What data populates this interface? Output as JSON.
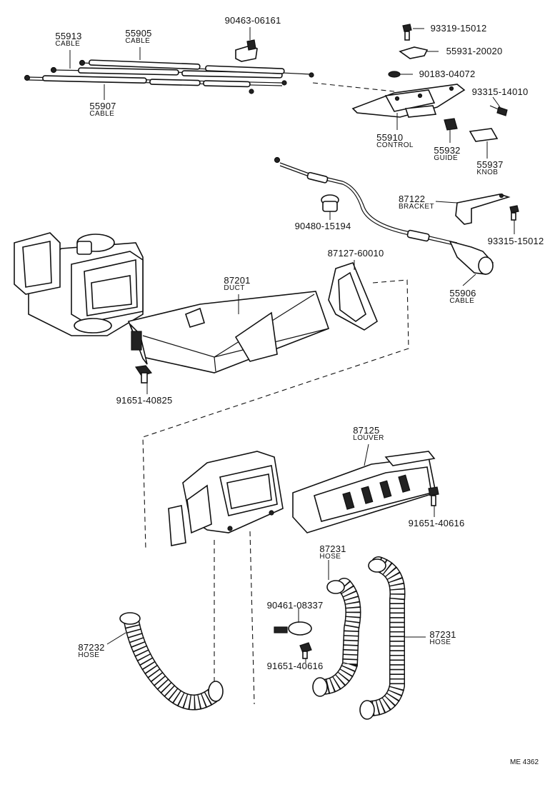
{
  "diagram_code": "ME 4362",
  "parts": [
    {
      "id": "p55913",
      "number": "55913",
      "name": "CABLE"
    },
    {
      "id": "p55905",
      "number": "55905",
      "name": "CABLE"
    },
    {
      "id": "p9046306161",
      "number": "90463-06161",
      "name": ""
    },
    {
      "id": "p9331915012",
      "number": "93319-15012",
      "name": ""
    },
    {
      "id": "p5593120020",
      "number": "55931-20020",
      "name": ""
    },
    {
      "id": "p9018304072",
      "number": "90183-04072",
      "name": ""
    },
    {
      "id": "p9331514010",
      "number": "93315-14010",
      "name": ""
    },
    {
      "id": "p55907",
      "number": "55907",
      "name": "CABLE"
    },
    {
      "id": "p55910",
      "number": "55910",
      "name": "CONTROL"
    },
    {
      "id": "p55932",
      "number": "55932",
      "name": "GUIDE"
    },
    {
      "id": "p55937",
      "number": "55937",
      "name": "KNOB"
    },
    {
      "id": "p87122",
      "number": "87122",
      "name": "BRACKET"
    },
    {
      "id": "p9048015194",
      "number": "90480-15194",
      "name": ""
    },
    {
      "id": "p9331515012",
      "number": "93315-15012",
      "name": ""
    },
    {
      "id": "p8712760010",
      "number": "87127-60010",
      "name": ""
    },
    {
      "id": "p87201",
      "number": "87201",
      "name": "DUCT"
    },
    {
      "id": "p55906",
      "number": "55906",
      "name": "CABLE"
    },
    {
      "id": "p9165140825",
      "number": "91651-40825",
      "name": ""
    },
    {
      "id": "p87125",
      "number": "87125",
      "name": "LOUVER"
    },
    {
      "id": "p9165140616a",
      "number": "91651-40616",
      "name": ""
    },
    {
      "id": "p87231a",
      "number": "87231",
      "name": "HOSE"
    },
    {
      "id": "p9046108337",
      "number": "90461-08337",
      "name": ""
    },
    {
      "id": "p87232",
      "number": "87232",
      "name": "HOSE"
    },
    {
      "id": "p87231b",
      "number": "87231",
      "name": "HOSE"
    },
    {
      "id": "p9165140616b",
      "number": "91651-40616",
      "name": ""
    }
  ]
}
